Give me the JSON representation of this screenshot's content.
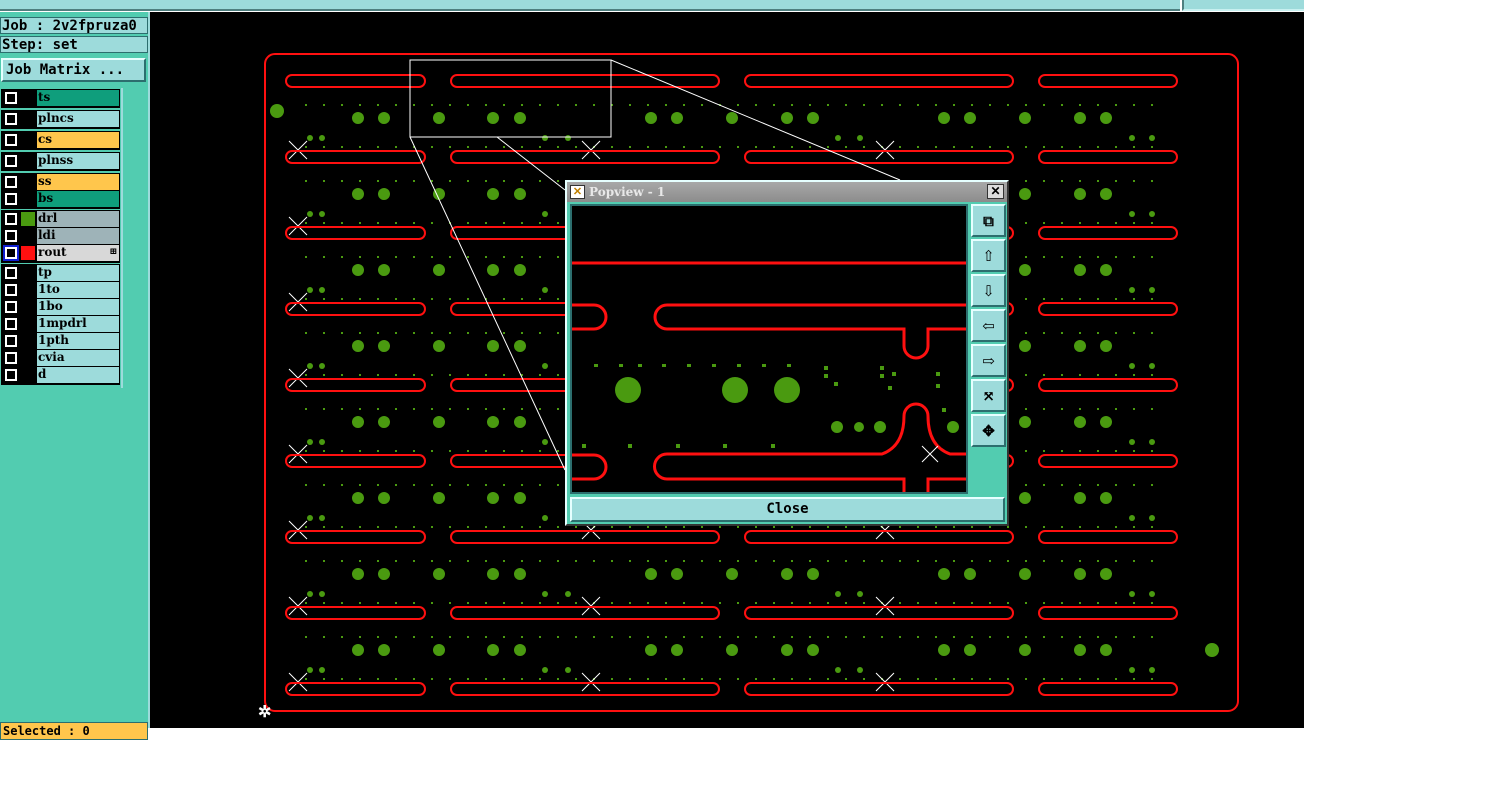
{
  "header": {
    "job": "Job : 2v2fpruza0",
    "step": "Step: set",
    "job_matrix": "Job Matrix ..."
  },
  "layers": [
    {
      "groups": [
        {
          "name": "ts",
          "color": "#0f9e7c"
        }
      ]
    },
    {
      "groups": [
        {
          "name": "plncs",
          "color": "#9ddbdb"
        }
      ]
    },
    {
      "groups": [
        {
          "name": "cs",
          "color": "#ffc64c"
        }
      ]
    },
    {
      "groups": [
        {
          "name": "plnss",
          "color": "#9ddbdb"
        }
      ]
    },
    {
      "groups": [
        {
          "name": "ss",
          "color": "#ffc64c"
        },
        {
          "name": "bs",
          "color": "#0f9e7c"
        }
      ]
    },
    {
      "groups": [
        {
          "name": "drl",
          "color": "#9eb3b8",
          "swatch": "#4a9a10"
        },
        {
          "name": "ldi",
          "color": "#9eb3b8"
        },
        {
          "name": "rout",
          "color": "#d8d8d8",
          "swatch": "#ff1010",
          "selected": true,
          "mark": "⊞"
        }
      ]
    },
    {
      "groups": [
        {
          "name": "tp",
          "color": "#9ddbdb"
        },
        {
          "name": "1to",
          "color": "#9ddbdb"
        },
        {
          "name": "1bo",
          "color": "#9ddbdb"
        },
        {
          "name": "1mpdrl",
          "color": "#9ddbdb"
        },
        {
          "name": "1pth",
          "color": "#9ddbdb"
        },
        {
          "name": "cvia",
          "color": "#9ddbdb"
        },
        {
          "name": "d",
          "color": "#9ddbdb"
        }
      ]
    }
  ],
  "status": {
    "selected": "Selected : 0"
  },
  "popview": {
    "title": "Popview - 1",
    "close_label": "Close",
    "tools": [
      {
        "icon": "zoom-window-icon",
        "glyph": "⧉"
      },
      {
        "icon": "pan-up-icon",
        "glyph": "⇧"
      },
      {
        "icon": "pan-down-icon",
        "glyph": "⇩"
      },
      {
        "icon": "pan-left-icon",
        "glyph": "⇦"
      },
      {
        "icon": "pan-right-icon",
        "glyph": "⇨"
      },
      {
        "icon": "zoom-fit-icon",
        "glyph": "⤧"
      },
      {
        "icon": "zoom-home-icon",
        "glyph": "✥"
      }
    ]
  },
  "colors": {
    "rout": "#ff1010",
    "drill": "#4a9a10",
    "background": "#000000"
  }
}
